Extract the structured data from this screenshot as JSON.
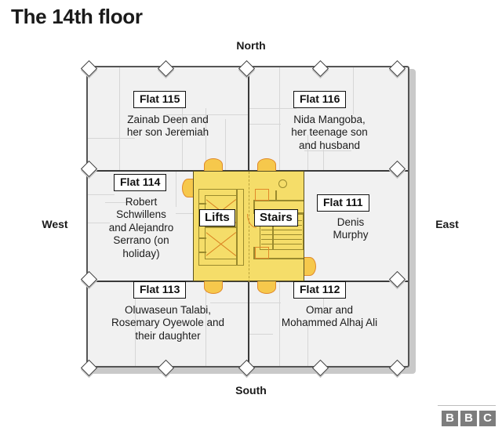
{
  "title": "The 14th floor",
  "compass": {
    "north": "North",
    "south": "South",
    "east": "East",
    "west": "West"
  },
  "core": {
    "lifts_label": "Lifts",
    "stairs_label": "Stairs"
  },
  "flats": [
    {
      "id": "flat-115",
      "label": "Flat 115",
      "occupants": "Zainab Deen and\nher son Jeremiah",
      "position": "north-west"
    },
    {
      "id": "flat-116",
      "label": "Flat 116",
      "occupants": "Nida Mangoba,\nher teenage son\nand husband",
      "position": "north-east"
    },
    {
      "id": "flat-114",
      "label": "Flat 114",
      "occupants": "Robert\nSchwillens\nand Alejandro\nSerrano (on\nholiday)",
      "position": "west"
    },
    {
      "id": "flat-111",
      "label": "Flat 111",
      "occupants": "Denis\nMurphy",
      "position": "east"
    },
    {
      "id": "flat-113",
      "label": "Flat 113",
      "occupants": "Oluwaseun Talabi,\nRosemary Oyewole and\ntheir daughter",
      "position": "south-west"
    },
    {
      "id": "flat-112",
      "label": "Flat 112",
      "occupants": "Omar and\nMohammed Alhaj Ali",
      "position": "south-east"
    }
  ],
  "branding": {
    "letters": [
      "B",
      "B",
      "C"
    ]
  },
  "colors": {
    "core_fill": "#f5dd69",
    "core_stroke": "#9a8a2e",
    "door_fill": "#f6c84c",
    "door_stroke": "#e0892a",
    "flat_fill": "#f1f1f1",
    "wall": "#3a3a3a",
    "bbc_gray": "#7d7d7d"
  }
}
